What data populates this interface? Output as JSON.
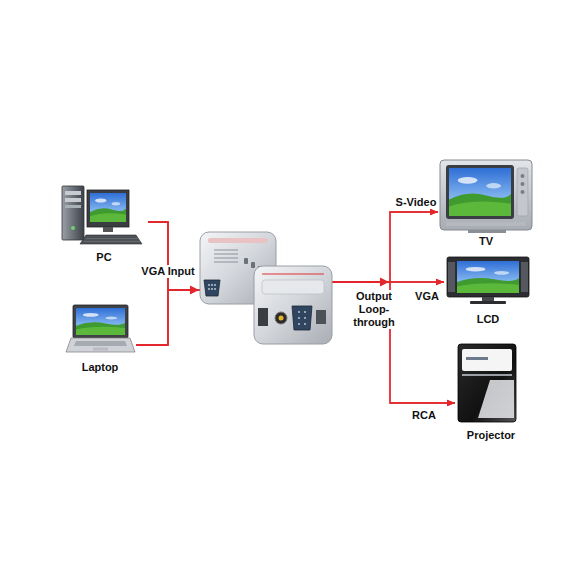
{
  "diagram": {
    "nodes": [
      {
        "text": [
          "PC"
        ]
      },
      {
        "text": [
          "Laptop"
        ]
      },
      {
        "text": [
          "TV"
        ]
      },
      {
        "text": [
          "LCD"
        ]
      },
      {
        "text": [
          "Projector"
        ]
      }
    ],
    "edges": [
      {
        "from": 0,
        "to": 2,
        "label": "S-Video",
        "arrow": "to"
      },
      {
        "from": 0,
        "to": 3,
        "label": "VGA",
        "arrow": "to"
      },
      {
        "from": 0,
        "to": 4,
        "label": "RCA",
        "arrow": "to"
      },
      {
        "from": 1,
        "to": 2,
        "arrow": "to"
      },
      {
        "from": 1,
        "to": 3,
        "arrow": "to"
      },
      {
        "from": 1,
        "to": 4,
        "arrow": "to"
      }
    ],
    "labels": [
      "VGA Input",
      "Output Loop-through"
    ]
  }
}
